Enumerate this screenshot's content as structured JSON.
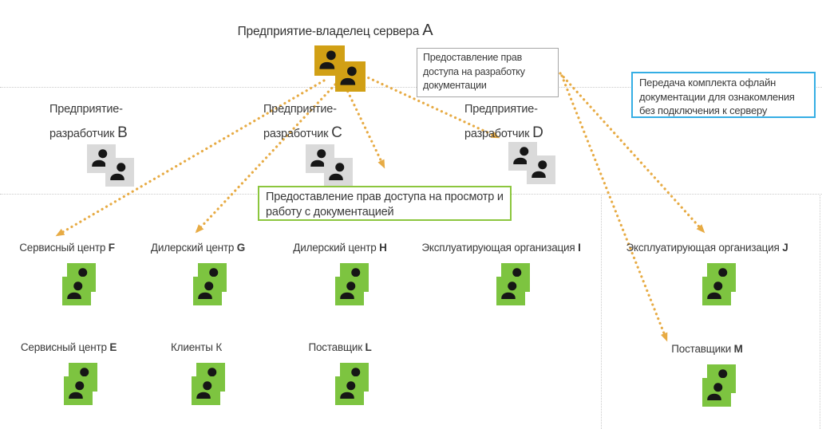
{
  "diagram": {
    "title": {
      "label": "Предприятие-владелец сервера",
      "letter": "A"
    },
    "callouts": {
      "develop_rights": {
        "text": "Предоставление прав доступа на разработку документации"
      },
      "offline_docs": {
        "text": "Передача комплекта офлайн документации для ознакомления без подключения к серверу"
      },
      "view_rights": {
        "text": "Предоставление прав доступа на просмотр и работу с документацией"
      }
    },
    "developers": [
      {
        "line1": "Предприятие-",
        "line2": "разработчик",
        "letter": "B"
      },
      {
        "line1": "Предприятие-",
        "line2": "разработчик",
        "letter": "C"
      },
      {
        "line1": "Предприятие-",
        "line2": "разработчик",
        "letter": "D"
      }
    ],
    "consumers_row1": [
      {
        "label": "Сервисный центр",
        "letter": "F"
      },
      {
        "label": "Дилерский центр",
        "letter": "G"
      },
      {
        "label": "Дилерский центр",
        "letter": "H"
      },
      {
        "label": "Эксплуатирующая организация",
        "letter": "I"
      },
      {
        "label": "Эксплуатирующая организация",
        "letter": "J"
      }
    ],
    "consumers_row2": [
      {
        "label": "Сервисный центр",
        "letter": "E"
      },
      {
        "label": "Клиенты",
        "letter": "К"
      },
      {
        "label": "Поставщик",
        "letter": "L"
      },
      {
        "label": "Поставщики",
        "letter": "M"
      }
    ],
    "colors": {
      "owner_icon": "#D1A015",
      "developer_icon": "#DADADA",
      "consumer_icon": "#7DC440",
      "arrow": "#E7AB44",
      "gridline": "#CACACA",
      "callout_gray_border": "#A6A6A6",
      "callout_blue_border": "#35AEE4",
      "callout_green_border": "#8CC63E"
    }
  }
}
